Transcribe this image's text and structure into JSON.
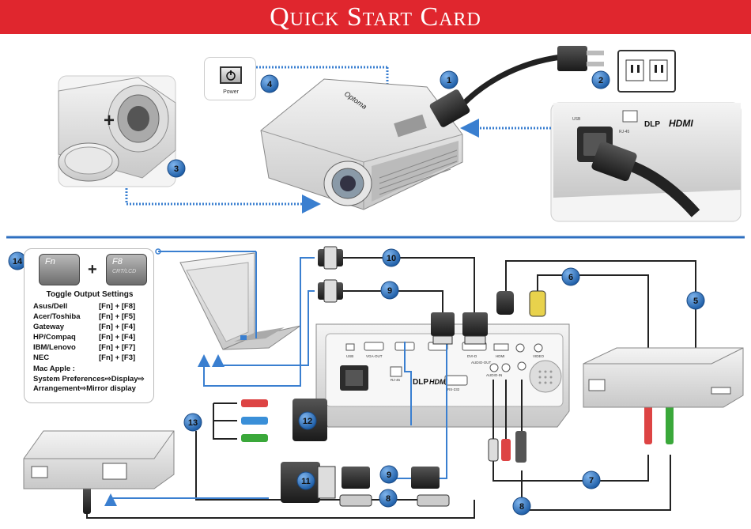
{
  "header": {
    "title": "Quick Start Card"
  },
  "power": {
    "label": "Power"
  },
  "keys": {
    "fn": "Fn",
    "f8": "F8",
    "f8_sub": "CRT/LCD",
    "plus": "+"
  },
  "toggle": {
    "title": "Toggle Output Settings",
    "rows": [
      {
        "brand": "Asus/Dell",
        "keys": "[Fn] + [F8]"
      },
      {
        "brand": "Acer/Toshiba",
        "keys": "[Fn] + [F5]"
      },
      {
        "brand": "Gateway",
        "keys": "[Fn] + [F4]"
      },
      {
        "brand": "HP/Compaq",
        "keys": "[Fn] + [F4]"
      },
      {
        "brand": "IBM/Lenovo",
        "keys": "[Fn] + [F7]"
      },
      {
        "brand": "NEC",
        "keys": "[Fn] + [F3]"
      }
    ],
    "mac_label": "Mac Apple :",
    "mac_line1": "System Preferences⇨Display⇨",
    "mac_line2": "Arrangement⇨Mirror display"
  },
  "panel_labels": {
    "usb": "USB",
    "vga_out": "VGA-OUT",
    "rj45": "RJ-45",
    "hdmi": "HDMI",
    "dlp": "DLP",
    "dvid": "DVI-D",
    "rs232": "RS-232",
    "video": "VIDEO",
    "audio_in": "AUDIO-IN",
    "audio_out": "AUDIO-OUT",
    "brand": "Optoma"
  },
  "badges": [
    "1",
    "2",
    "3",
    "4",
    "5",
    "6",
    "7",
    "8",
    "8",
    "9",
    "9",
    "10",
    "11",
    "12",
    "13",
    "14"
  ],
  "colors": {
    "header": "#e0262e",
    "badge": "#2f6fb5",
    "arrow": "#3a7fd0",
    "divider": "#2e6fc0",
    "cable": "#222222"
  }
}
